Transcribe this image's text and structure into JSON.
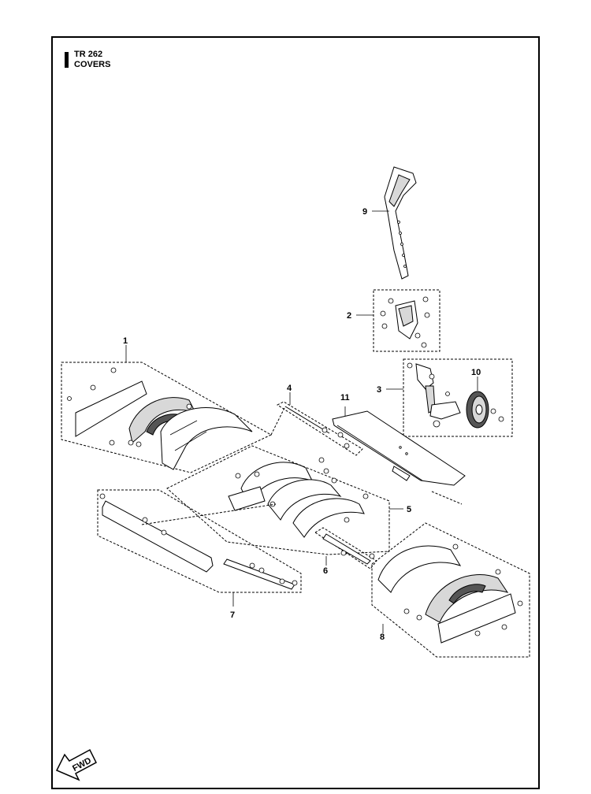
{
  "header": {
    "model": "TR 262",
    "section": "COVERS"
  },
  "callouts": [
    {
      "id": "c1",
      "label": "1"
    },
    {
      "id": "c2",
      "label": "2"
    },
    {
      "id": "c3",
      "label": "3"
    },
    {
      "id": "c4",
      "label": "4"
    },
    {
      "id": "c5",
      "label": "5"
    },
    {
      "id": "c6",
      "label": "6"
    },
    {
      "id": "c7",
      "label": "7"
    },
    {
      "id": "c8",
      "label": "8"
    },
    {
      "id": "c9",
      "label": "9"
    },
    {
      "id": "c10",
      "label": "10"
    },
    {
      "id": "c11",
      "label": "11"
    }
  ],
  "direction_badge": {
    "label": "FWD"
  }
}
